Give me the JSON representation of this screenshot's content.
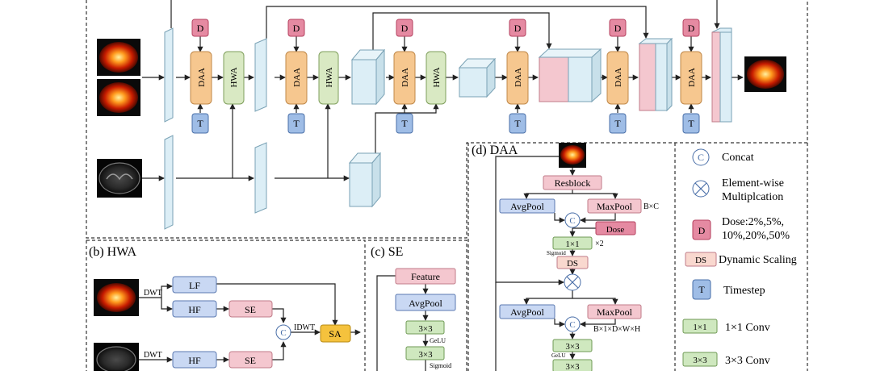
{
  "blocks": {
    "D": "D",
    "T": "T",
    "DAA": "DAA",
    "HWA": "HWA"
  },
  "panels": {
    "hwa": {
      "title": "(b) HWA",
      "lf": "LF",
      "hf": "HF",
      "se": "SE",
      "sa": "SA",
      "dwt": "DWT",
      "idwt": "IDWT",
      "concat": "C"
    },
    "se": {
      "title": "(c) SE",
      "feature": "Feature",
      "avgpool": "AvgPool",
      "conv": "3×3",
      "gelu": "GeLU",
      "sigmoid": "Sigmoid"
    },
    "daa": {
      "title": "(d) DAA",
      "resblock": "Resblock",
      "avgpool": "AvgPool",
      "maxpool": "MaxPool",
      "bc": "B×C",
      "concat": "C",
      "dose": "Dose",
      "conv1": "1×1",
      "times2": "×2",
      "sigmoid": "Sigmoid",
      "ds": "DS",
      "dims": "B×1×D×W×H",
      "conv3": "3×3",
      "gelu": "GeLU"
    }
  },
  "legend": {
    "concat_symbol": "C",
    "concat": "Concat",
    "mult_line1": "Element-wise",
    "mult_line2": "Multiplcation",
    "dose_symbol": "D",
    "dose_line1": "Dose:2%,5%,",
    "dose_line2": "10%,20%,50%",
    "ds_symbol": "DS",
    "ds": "Dynamic Scaling",
    "t_symbol": "T",
    "timestep": "Timestep",
    "conv1_symbol": "1×1",
    "conv1": "1×1 Conv",
    "conv3_symbol": "3×3",
    "conv3": "3×3 Conv"
  },
  "colors": {
    "dose_fill": "#e58aa2",
    "dose_stroke": "#b5405f",
    "timestep_fill": "#9fbde6",
    "timestep_stroke": "#4a6fa8",
    "daa_fill": "#f6c78f",
    "daa_stroke": "#c0894a",
    "hwa_fill": "#d9e9c3",
    "hwa_stroke": "#7f9f5c",
    "pool_fill": "#c9d8f3",
    "pool_stroke": "#5b79b0",
    "pink_fill": "#f4c7cf",
    "pink_stroke": "#c07b88",
    "green_fill": "#cfe8bf",
    "green_stroke": "#6f9a55",
    "sa_fill": "#f5c23d",
    "sa_stroke": "#b78a12",
    "cube_fill": "#dceef6",
    "cube_stroke": "#7aa2b5"
  }
}
